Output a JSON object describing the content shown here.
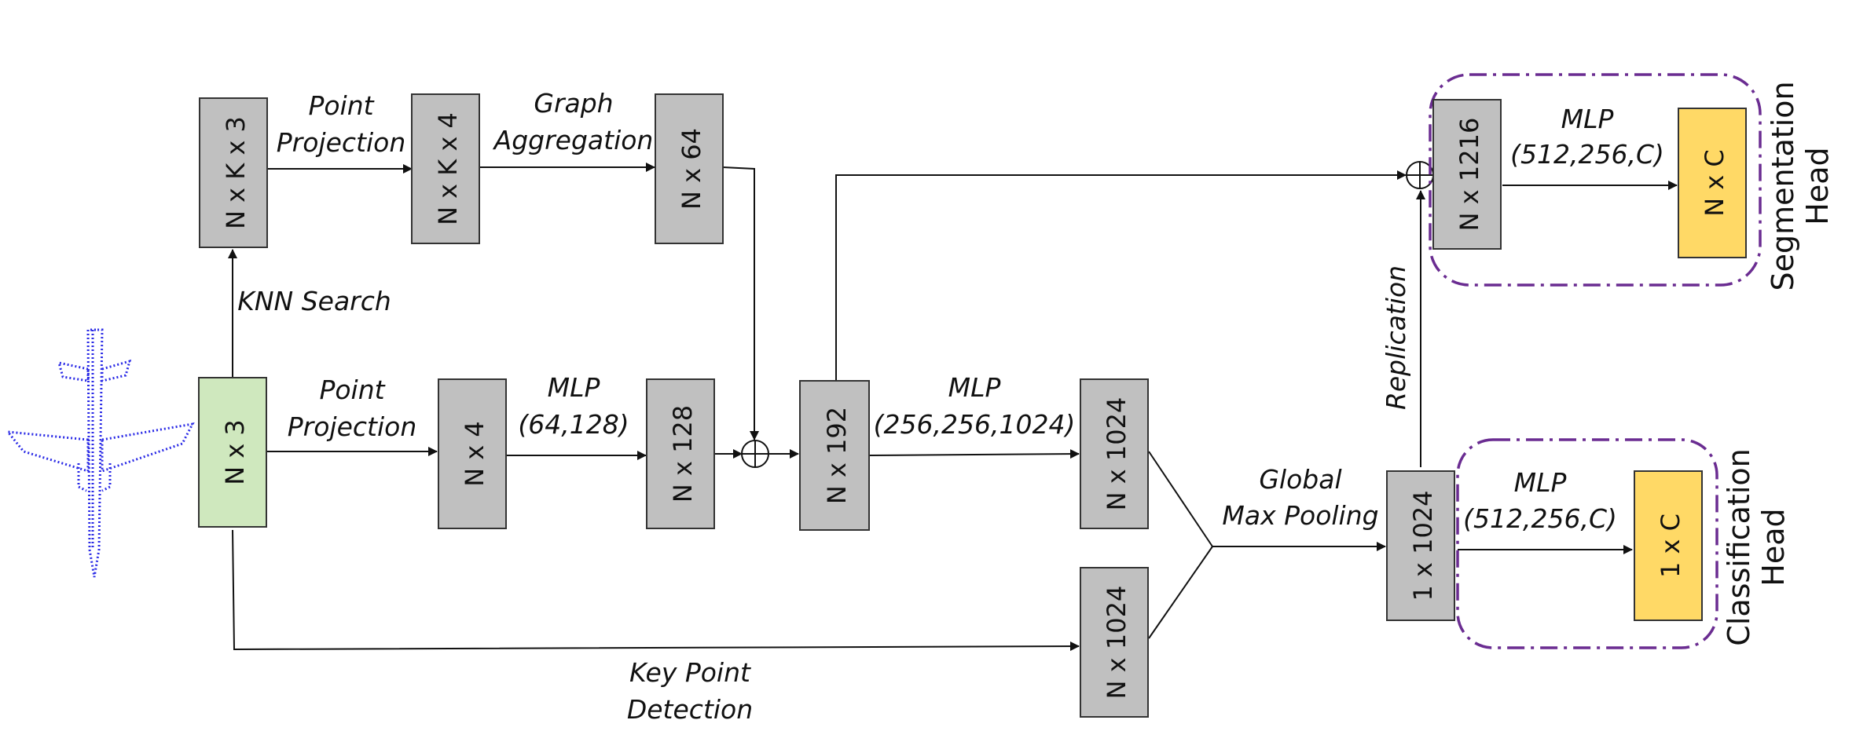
{
  "blocks": {
    "nkx3": "N x K x 3",
    "nkx4": "N x K x 4",
    "n64": "N x 64",
    "n3": "N x 3",
    "n4": "N x 4",
    "n128": "N x 128",
    "n192": "N x 192",
    "n1024a": "N x 1024",
    "n1024b": "N x 1024",
    "g1024": "1 x 1024",
    "n1216": "N x 1216",
    "nc": "N x C",
    "oc": "1 x C"
  },
  "labels": {
    "point_proj_top_1": "Point",
    "point_proj_top_2": "Projection",
    "graph_agg_1": "Graph",
    "graph_agg_2": "Aggregation",
    "knn": "KNN Search",
    "point_proj_mid_1": "Point",
    "point_proj_mid_2": "Projection",
    "mlp1_1": "MLP",
    "mlp1_2": "(64,128)",
    "mlp2_1": "MLP",
    "mlp2_2": "(256,256,1024)",
    "gmp_1": "Global",
    "gmp_2": "Max Pooling",
    "keypoint_1": "Key Point",
    "keypoint_2": "Detection",
    "replication": "Replication",
    "mlp_seg_1": "MLP",
    "mlp_seg_2": "(512,256,C)",
    "mlp_cls_1": "MLP",
    "mlp_cls_2": "(512,256,C)",
    "seg_head_1": "Segmentation",
    "seg_head_2": "Head",
    "cls_head_1": "Classification",
    "cls_head_2": "Head"
  },
  "colors": {
    "gray_block": "#c0c0c0",
    "input_block": "#cfe8be",
    "output_block": "#ffd966",
    "dash_border": "#6a2c91",
    "point_cloud": "#2a2ae6"
  }
}
